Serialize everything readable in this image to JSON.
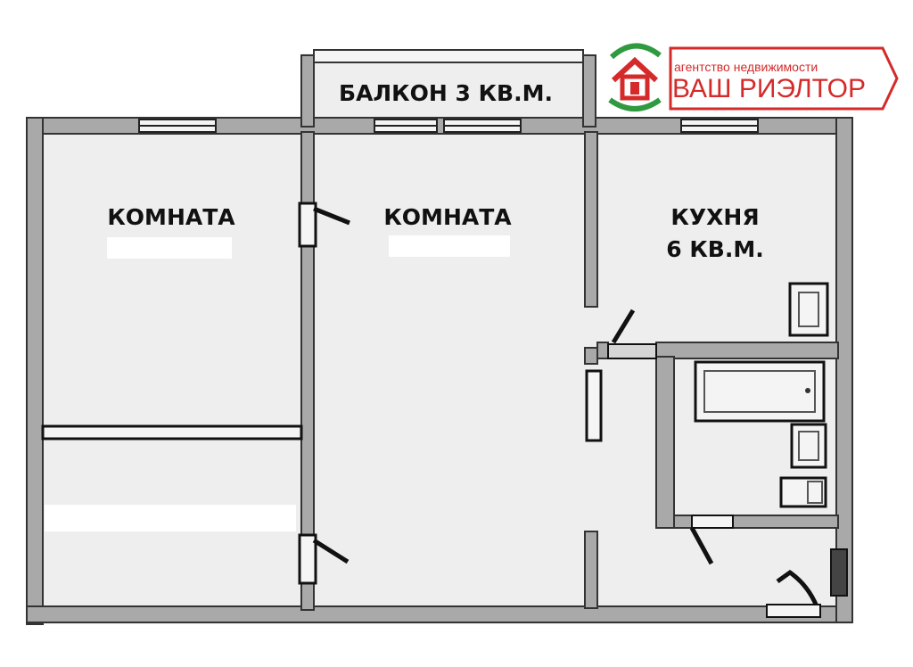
{
  "colors": {
    "wall_fill": "#a9a9a9",
    "wall_outline": "#333333",
    "floor": "#eeeeee",
    "logo_red": "#d42a2a",
    "logo_green": "#2f9a3f"
  },
  "rooms": {
    "room_left": "КОМНАТА",
    "room_middle": "КОМНАТА",
    "kitchen_line1": "КУХНЯ",
    "kitchen_line2": "6 КВ.М.",
    "balcony": "БАЛКОН 3 КВ.М."
  },
  "logo": {
    "tagline": "агентство недвижимости",
    "name": "ВАШ РИЭЛТОР",
    "icon": "house-with-hands-icon"
  }
}
